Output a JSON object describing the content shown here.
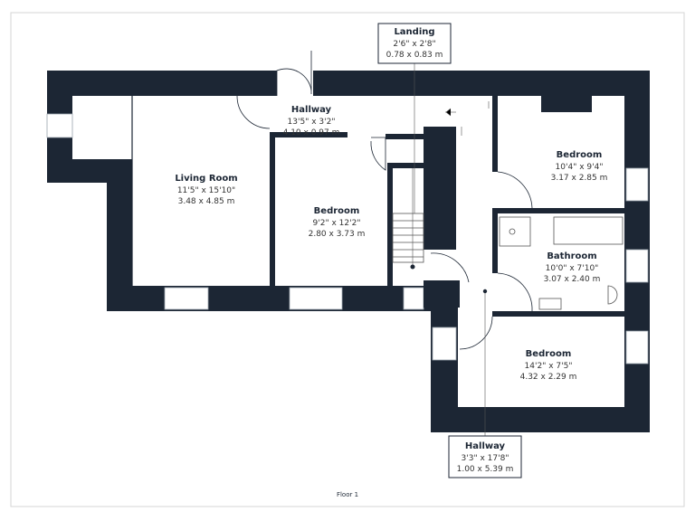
{
  "plan": {
    "floor_label": "Floor 1",
    "rooms": [
      {
        "id": "living-room",
        "name": "Living Room",
        "imperial": "11'5\" x 15'10\"",
        "metric": "3.48 x 4.85 m"
      },
      {
        "id": "hallway-top",
        "name": "Hallway",
        "imperial": "13'5\" x 3'2\"",
        "metric": "4.10 x 0.97 m"
      },
      {
        "id": "bedroom-middle",
        "name": "Bedroom",
        "imperial": "9'2\" x 12'2\"",
        "metric": "2.80 x 3.73 m"
      },
      {
        "id": "bedroom-top-right",
        "name": "Bedroom",
        "imperial": "10'4\" x 9'4\"",
        "metric": "3.17 x 2.85 m"
      },
      {
        "id": "bathroom",
        "name": "Bathroom",
        "imperial": "10'0\" x 7'10\"",
        "metric": "3.07 x 2.40 m"
      },
      {
        "id": "bedroom-bottom-right",
        "name": "Bedroom",
        "imperial": "14'2\" x 7'5\"",
        "metric": "4.32 x 2.29 m"
      }
    ],
    "callouts": [
      {
        "id": "landing",
        "name": "Landing",
        "imperial": "2'6\" x 2'8\"",
        "metric": "0.78 x 0.83 m"
      },
      {
        "id": "hallway-bottom",
        "name": "Hallway",
        "imperial": "3'3\" x 17'8\"",
        "metric": "1.00 x 5.39 m"
      }
    ]
  }
}
